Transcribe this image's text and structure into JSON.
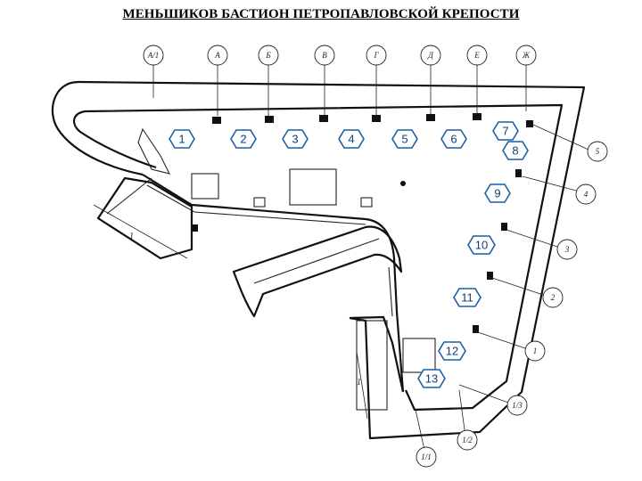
{
  "title": "МЕНЬШИКОВ БАСТИОН ПЕТРОПАВЛОВСКОЙ КРЕПОСТИ",
  "axes_top": [
    "А/1",
    "А",
    "Б",
    "В",
    "Г",
    "Д",
    "Е",
    "Ж"
  ],
  "axes_right": [
    "5",
    "4",
    "3",
    "2",
    "1",
    "1/3"
  ],
  "axes_bottom": [
    "1/1",
    "1/2"
  ],
  "rooms": [
    "1",
    "2",
    "3",
    "4",
    "5",
    "6",
    "7",
    "8",
    "9",
    "10",
    "11",
    "12",
    "13"
  ],
  "dimension_marks": [
    "1",
    "1"
  ],
  "colors": {
    "room_marker": "#1b5fa8",
    "lines": "#111111"
  }
}
